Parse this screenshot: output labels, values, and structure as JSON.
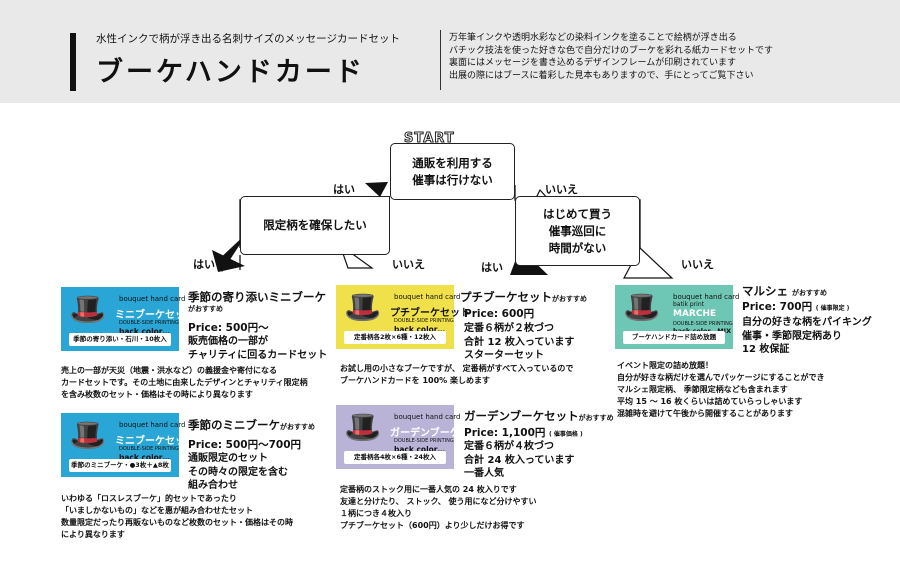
{
  "header": {
    "tagline": "水性インクで柄が浮き出る名刺サイズのメッセージカードセット",
    "title": "ブーケハンドカード",
    "desc_lines": [
      "万年筆インクや透明水彩などの染料インクを塗ることで絵柄が浮き出る",
      "バチック技法を使った好きな色で自分だけのブーケを彩れる紙カードセットです",
      "裏面にはメッセージを書き込めるデザインフレームが印刷されています",
      "出展の際にはブースに着彩した見本もありますので、手にとってご覧下さい"
    ]
  },
  "flow": {
    "start": "START",
    "q1": [
      "通販を利用する",
      "催事は行けない"
    ],
    "q2": "限定柄を確保したい",
    "q3": [
      "はじめて買う",
      "催事巡回に",
      "時間がない"
    ],
    "yes": "はい",
    "no": "いいえ"
  },
  "cards": {
    "brand": "bouquet hand card",
    "batik": "batik print",
    "double": "DOUBLE-SIDE PRINTING",
    "back": "back color…",
    "back_mix": "back color…MIX",
    "mini1_name": "ミニブーケセット",
    "mini1_band": "季節の寄り添い・石川・10枚入",
    "mini2_name": "ミニブーケセット",
    "mini2_band": "季節のミニブーケ・●3枚＋▲8枚",
    "petit_name": "プチブーケセット",
    "petit_band": "定番柄各2枚×6種・12枚入",
    "garden_name": "ガーデンブーケセット",
    "garden_band": "定番柄各4枚×6種・24枚入",
    "marche_name": "MARCHE",
    "marche_band": "ブーケハンドカード詰め放題"
  },
  "products": {
    "p1": {
      "name": "季節の寄り添いミニブーケ",
      "tag": "がおすすめ",
      "price": "Price: 500円～",
      "bold": [
        "販売価格の一部が",
        "チャリティに回るカードセット"
      ],
      "desc": [
        "売上の一部が天災（地震・洪水など）の義援金や寄付になる",
        "カードセットです。その土地に由来したデザインとチャリティ限定柄",
        "を含み枚数のセット・価格はその時により異なります"
      ]
    },
    "p2": {
      "name": "季節のミニブーケ",
      "tag": "がおすすめ",
      "price": "Price: 500円～700円",
      "bold": [
        "通販限定のセット",
        "その時々の限定を含む",
        "組み合わせ"
      ],
      "desc": [
        "いわゆる「ロスレスブーケ」的セットであったり",
        "「いましかないもの」などを惠が組み合わせたセット",
        "数量限定だったり再販ないものなど枚数のセット・価格はその時",
        "により異なります"
      ]
    },
    "p3": {
      "name": "プチブーケセット",
      "tag": "がおすすめ",
      "price": "Price: 600円",
      "bold": [
        "定番６柄が２枚づつ",
        "合計 12 枚入っています",
        "スターターセット"
      ],
      "desc": [
        "お試し用の小さなブーケですが、 定番柄がすべて入っているので",
        "ブーケハンドカードを 100% 楽しめます"
      ]
    },
    "p4": {
      "name": "ガーデンブーケセット",
      "tag": "がおすすめ",
      "price": "Price: 1,100円",
      "price_note": "( 催事価格 )",
      "bold": [
        "定番６柄が４枚づつ",
        "合計 24 枚入っています",
        "一番人気"
      ],
      "desc": [
        "定番柄のストック用に一番人気の 24 枚入りです",
        "友達と分けたり、 ストック、 使う用になど分けやすい",
        "１柄につき４枚入り",
        "プチブーケセット（600円）より少しだけお得です"
      ]
    },
    "p5": {
      "name": "マルシェ",
      "tag": "がおすすめ",
      "price": "Price: 700円",
      "price_note": "( 催事限定 )",
      "bold": [
        "自分の好きな柄をパイキング",
        "催事・季節限定柄あり",
        "12 枚保証"
      ],
      "desc": [
        "イベント限定の詰め放題！",
        "自分が好きな柄だけを選んでパッケージにすることができ",
        "マルシェ限定柄、 季節限定柄なども含まれます",
        "平均 15 ～ 16 枚くらいは詰めていらっしゃいます",
        "混雑時を避けて午後から開催することがあります"
      ]
    }
  },
  "colors": {
    "blue": "#2aa6d6",
    "yellow": "#f0e14a",
    "lavender": "#b9b3d8",
    "teal": "#6ec6b4",
    "header_bg": "#e9e9e9"
  }
}
